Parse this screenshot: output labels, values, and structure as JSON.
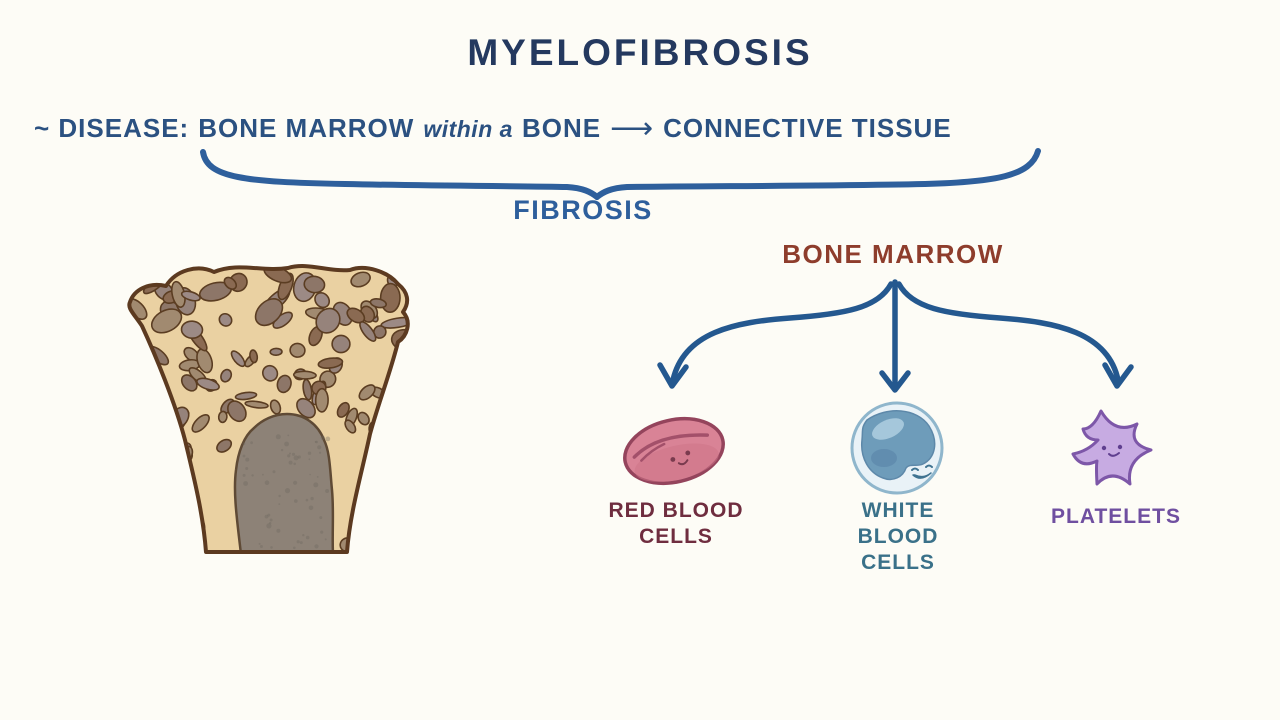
{
  "title": {
    "text": "MYELOFIBROSIS"
  },
  "definition": {
    "prefix": "~ DISEASE:",
    "term": "BONE MARROW",
    "connector": "within a",
    "term2": "BONE",
    "arrow_glyph": "⟶",
    "result": "CONNECTIVE TISSUE"
  },
  "fibrosis": {
    "label": "FIBROSIS"
  },
  "bone_marrow": {
    "label": "BONE MARROW"
  },
  "cells": [
    {
      "id": "red-blood-cells",
      "label_lines": [
        "RED BLOOD",
        "CELLS"
      ],
      "label_color": "#6f2d3f"
    },
    {
      "id": "white-blood-cells",
      "label_lines": [
        "WHITE BLOOD",
        "CELLS"
      ],
      "label_color": "#3a7189"
    },
    {
      "id": "platelets",
      "label_lines": [
        "PLATELETS"
      ],
      "label_color": "#6f4fa0"
    }
  ],
  "colors": {
    "background": "#fdfcf6",
    "title_ink": "#24395f",
    "definition_ink": "#2b5181",
    "fibrosis_blue": "#2e5f9c",
    "arrow_blue": "#24588f",
    "bone_marrow_red": "#8e3d2c",
    "bone_fill": "#ead1a2",
    "bone_outline": "#5c3a20",
    "marrow_cavity_gray": "#8d8277",
    "rbc_body": "#d98396",
    "wbc_nucleus": "#6e9cba",
    "platelet_body": "#c7abe2"
  }
}
